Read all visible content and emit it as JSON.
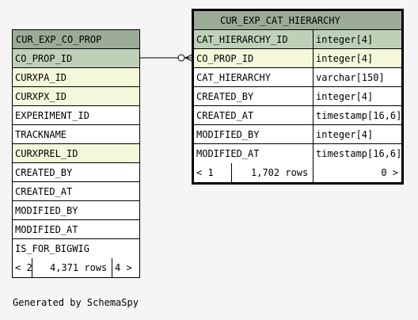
{
  "left_table": {
    "name": "CUR_EXP_CO_PROP",
    "columns": [
      {
        "name": "CO_PROP_ID",
        "kind": "pk"
      },
      {
        "name": "CURXPA_ID",
        "kind": "fk"
      },
      {
        "name": "CURXPX_ID",
        "kind": "fk"
      },
      {
        "name": "EXPERIMENT_ID",
        "kind": "plain"
      },
      {
        "name": "TRACKNAME",
        "kind": "plain"
      },
      {
        "name": "CURXPREL_ID",
        "kind": "fk"
      },
      {
        "name": "CREATED_BY",
        "kind": "plain"
      },
      {
        "name": "CREATED_AT",
        "kind": "plain"
      },
      {
        "name": "MODIFIED_BY",
        "kind": "plain"
      },
      {
        "name": "MODIFIED_AT",
        "kind": "plain"
      },
      {
        "name": "IS_FOR_BIGWIG",
        "kind": "plain"
      }
    ],
    "footer": {
      "parents": "< 2",
      "rows": "4,371 rows",
      "children": "4 >"
    }
  },
  "right_table": {
    "name": "CUR_EXP_CAT_HIERARCHY",
    "columns": [
      {
        "name": "CAT_HIERARCHY_ID",
        "type": "integer[4]",
        "kind": "pk"
      },
      {
        "name": "CO_PROP_ID",
        "type": "integer[4]",
        "kind": "fk"
      },
      {
        "name": "CAT_HIERARCHY",
        "type": "varchar[150]",
        "kind": "plain"
      },
      {
        "name": "CREATED_BY",
        "type": "integer[4]",
        "kind": "plain"
      },
      {
        "name": "CREATED_AT",
        "type": "timestamp[16,6]",
        "kind": "plain"
      },
      {
        "name": "MODIFIED_BY",
        "type": "integer[4]",
        "kind": "plain"
      },
      {
        "name": "MODIFIED_AT",
        "type": "timestamp[16,6]",
        "kind": "plain"
      }
    ],
    "footer": {
      "parents": "< 1",
      "rows": "1,702 rows",
      "children": "0 >"
    }
  },
  "footer_text": "Generated by SchemaSpy",
  "colors": {
    "header": "#9bab96",
    "pk": "#bed1b8",
    "fk": "#f4f7da",
    "background": "#f5f5f5"
  }
}
